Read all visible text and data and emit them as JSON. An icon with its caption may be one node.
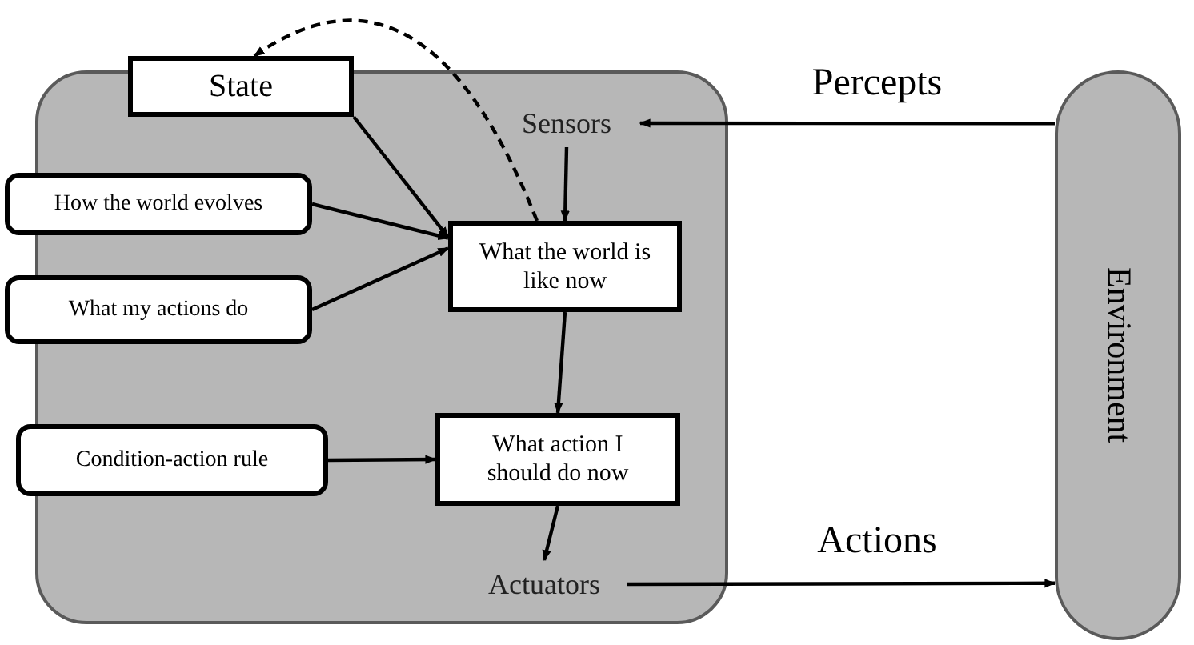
{
  "diagram": {
    "nodes": [
      {
        "text": [],
        "shape": "box"
      },
      {
        "text": [
          "State"
        ]
      },
      {
        "text": [
          "Sensors"
        ],
        "in": 0
      },
      {
        "text": [
          "How the world evolves"
        ]
      },
      {
        "text": [
          "What my actions do"
        ]
      },
      {
        "text": [
          "What the world is like now"
        ],
        "in": 0
      },
      {
        "text": [
          "Condition-action rule"
        ]
      },
      {
        "text": [
          "What action I should do now"
        ],
        "in": 0
      },
      {
        "text": [
          "Actuators"
        ],
        "in": 0
      },
      {
        "text": [
          "Environment"
        ]
      }
    ],
    "edges": [
      {
        "from": 9,
        "to": 2,
        "arrow": "to",
        "label": "Percepts"
      },
      {
        "from": 2,
        "to": 5,
        "arrow": "to"
      },
      {
        "from": 1,
        "to": 5,
        "arrow": "to"
      },
      {
        "from": 3,
        "to": 5,
        "arrow": "to"
      },
      {
        "from": 4,
        "to": 5,
        "arrow": "to"
      },
      {
        "from": 5,
        "to": 1,
        "arrow": "to",
        "style": "dashed"
      },
      {
        "from": 5,
        "to": 7,
        "arrow": "to"
      },
      {
        "from": 6,
        "to": 7,
        "arrow": "to"
      },
      {
        "from": 7,
        "to": 8,
        "arrow": "to"
      },
      {
        "from": 8,
        "to": 9,
        "arrow": "to",
        "label": "Actions"
      }
    ]
  }
}
